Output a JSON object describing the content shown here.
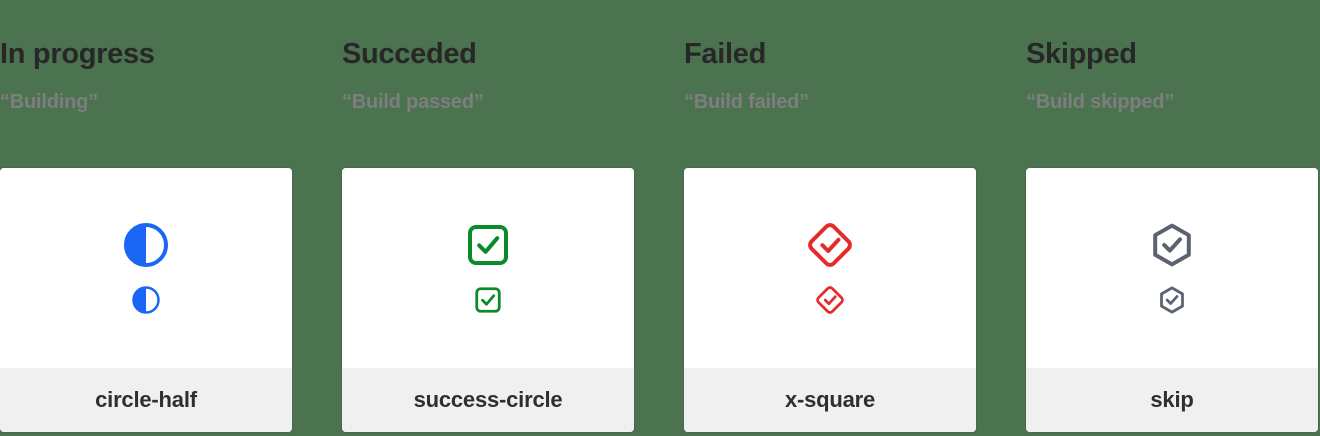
{
  "page": {
    "background_color": "#4b7350",
    "card_background": "#ffffff",
    "card_footer_background": "#f0f0f0",
    "title_color": "#272727",
    "subtitle_color": "#7e7e7e"
  },
  "columns": [
    {
      "title": "In progress",
      "subtitle": "“Building”",
      "icon_name": "circle-half-icon",
      "icon_color": "#1a66f5",
      "card_label": "circle-half"
    },
    {
      "title": "Succeded",
      "subtitle": "“Build passed”",
      "icon_name": "success-check-square-icon",
      "icon_color": "#0a8a28",
      "card_label": "success-circle"
    },
    {
      "title": "Failed",
      "subtitle": "“Build failed”",
      "icon_name": "check-diamond-icon",
      "icon_color": "#e52b2b",
      "card_label": "x-square"
    },
    {
      "title": "Skipped",
      "subtitle": "“Build skipped”",
      "icon_name": "check-hexagon-icon",
      "icon_color": "#5c6370",
      "card_label": "skip"
    }
  ]
}
